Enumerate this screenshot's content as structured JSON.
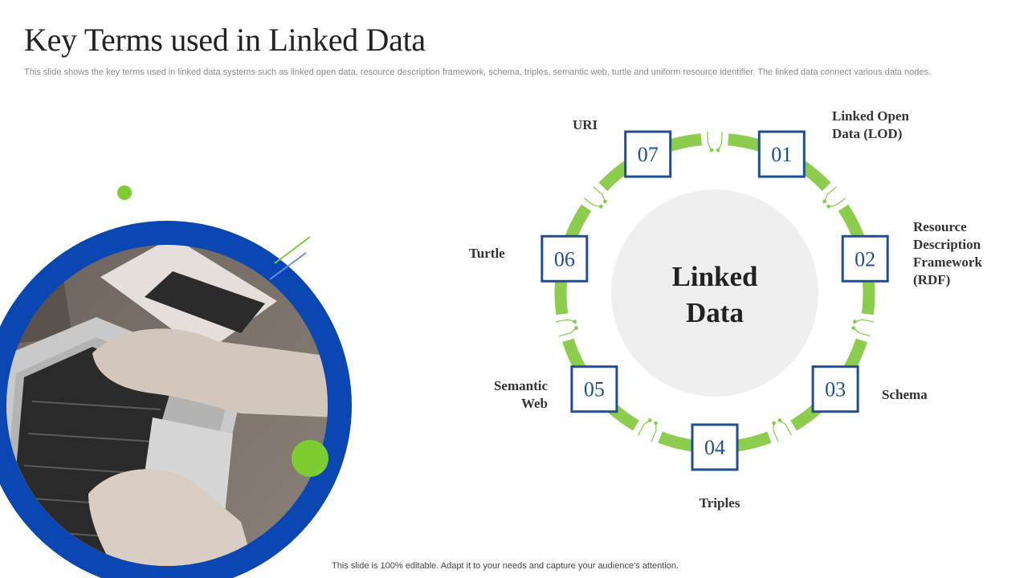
{
  "slide": {
    "title": "Key Terms used in Linked Data",
    "subtitle": "This slide shows the key terms used in linked data systems such as linked open data, resource description framework, schema, triples, semantic web, turtle and uniform resource identifier. The linked data connect various data nodes.",
    "footer": "This slide is 100% editable. Adapt it to your needs and capture your audience's attention."
  },
  "diagram": {
    "center": {
      "line1": "Linked",
      "line2": "Data"
    },
    "nodes": [
      {
        "number": "01",
        "lines": [
          "Linked Open",
          "Data (LOD)"
        ]
      },
      {
        "number": "02",
        "lines": [
          "Resource",
          "Description",
          "Framework",
          "(RDF)"
        ]
      },
      {
        "number": "03",
        "lines": [
          "Schema"
        ]
      },
      {
        "number": "04",
        "lines": [
          "Triples"
        ]
      },
      {
        "number": "05",
        "lines": [
          "Semantic",
          "Web"
        ]
      },
      {
        "number": "06",
        "lines": [
          "Turtle"
        ]
      },
      {
        "number": "07",
        "lines": [
          "URI"
        ]
      }
    ]
  },
  "colors": {
    "ring": "#8ccd4e",
    "box_border": "#1f4e96",
    "number": "#1f4e96",
    "photo_ring": "#0b47b3",
    "accent_green": "#7ccc32"
  },
  "image": {
    "icon": "photo-laptop-typing"
  }
}
